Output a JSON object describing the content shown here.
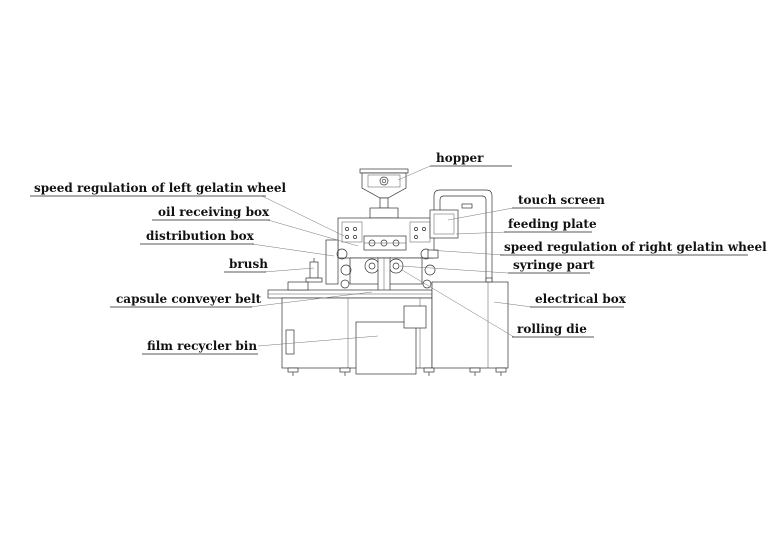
{
  "labels": {
    "hopper": "hopper",
    "speed_left": "speed regulation of left gelatin wheel",
    "oil_receiving_box": "oil receiving box",
    "distribution_box": "distribution box",
    "brush": "brush",
    "capsule_conveyer_belt": "capsule conveyer belt",
    "film_recycler_bin": "film recycler bin",
    "touch_screen": "touch screen",
    "feeding_plate": "feeding plate",
    "speed_right": "speed regulation of right gelatin wheel",
    "syringe_part": "syringe part",
    "electrical_box": "electrical box",
    "rolling_die": "rolling die"
  }
}
